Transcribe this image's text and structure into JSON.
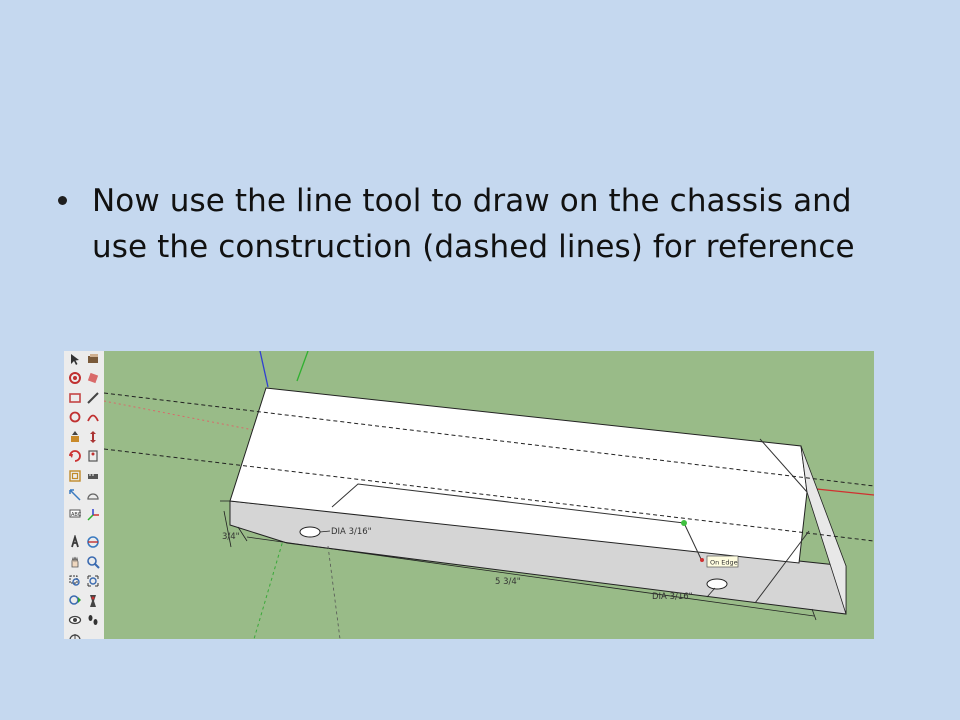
{
  "slide": {
    "bullet_text": "Now use the line tool to draw on the chassis and use the construction (dashed lines) for reference"
  },
  "toolbar": {
    "tools": [
      {
        "name": "select-tool",
        "icon": "arrow-icon",
        "color": "#333333"
      },
      {
        "name": "make-component-tool",
        "icon": "component-icon",
        "color": "#7a5a3a"
      },
      {
        "name": "paint-bucket-tool",
        "icon": "paint-bucket-icon",
        "color": "#c03030"
      },
      {
        "name": "eraser-tool",
        "icon": "eraser-icon",
        "color": "#d96a6a"
      },
      {
        "name": "rectangle-tool",
        "icon": "rectangle-icon",
        "color": "#c44444"
      },
      {
        "name": "line-tool",
        "icon": "pencil-icon",
        "color": "#444444"
      },
      {
        "name": "circle-tool",
        "icon": "circle-icon",
        "color": "#c03030"
      },
      {
        "name": "arc-tool",
        "icon": "arc-icon",
        "color": "#c03030"
      },
      {
        "name": "push-pull-tool",
        "icon": "push-pull-icon",
        "color": "#c98a2a"
      },
      {
        "name": "move-tool",
        "icon": "move-icon",
        "color": "#aa3333"
      },
      {
        "name": "rotate-tool",
        "icon": "rotate-icon",
        "color": "#cc3333"
      },
      {
        "name": "follow-me-tool",
        "icon": "follow-me-icon",
        "color": "#555555"
      },
      {
        "name": "offset-tool",
        "icon": "offset-icon",
        "color": "#c08a2a"
      },
      {
        "name": "tape-measure-tool",
        "icon": "tape-measure-icon",
        "color": "#555555"
      },
      {
        "name": "dimension-tool",
        "icon": "dimension-icon",
        "color": "#3a7ac0"
      },
      {
        "name": "protractor-tool",
        "icon": "protractor-icon",
        "color": "#666666"
      },
      {
        "name": "text-tool",
        "icon": "text-icon",
        "color": "#555555"
      },
      {
        "name": "axes-tool",
        "icon": "axes-icon",
        "color": "#c03030"
      },
      {
        "name": "3d-text-tool",
        "icon": "3d-text-icon",
        "color": "#3a3a3a"
      },
      {
        "name": "orbit-tool",
        "icon": "orbit-icon",
        "color": "#3a7ac0"
      },
      {
        "name": "pan-tool",
        "icon": "hand-icon",
        "color": "#555555"
      },
      {
        "name": "zoom-tool",
        "icon": "magnifier-icon",
        "color": "#3a6ab0"
      },
      {
        "name": "zoom-window-tool",
        "icon": "zoom-window-icon",
        "color": "#3a6ab0"
      },
      {
        "name": "zoom-extents-tool",
        "icon": "zoom-extents-icon",
        "color": "#3a6ab0"
      },
      {
        "name": "previous-view-tool",
        "icon": "previous-view-icon",
        "color": "#3a6ab0"
      },
      {
        "name": "position-camera-tool",
        "icon": "position-camera-icon",
        "color": "#444444"
      },
      {
        "name": "look-around-tool",
        "icon": "eye-icon",
        "color": "#444444"
      },
      {
        "name": "walk-tool",
        "icon": "footprints-icon",
        "color": "#333333"
      },
      {
        "name": "section-plane-tool",
        "icon": "section-plane-icon",
        "color": "#444444"
      }
    ]
  },
  "model": {
    "height_dimension": "3/4\"",
    "length_dimension": "5 3/4\"",
    "hole_label_left": "DIA 3/16\"",
    "hole_label_right": "DIA 3/16\"",
    "inference_tooltip": "On Edge",
    "colors": {
      "ground": "#99bb88",
      "top_face": "#ffffff",
      "front_face": "#d5d5d5",
      "edge": "#222222",
      "red_axis": "#d03030",
      "green_axis": "#30b030",
      "blue_axis": "#3040d0",
      "inference_point": "#40c040"
    }
  }
}
